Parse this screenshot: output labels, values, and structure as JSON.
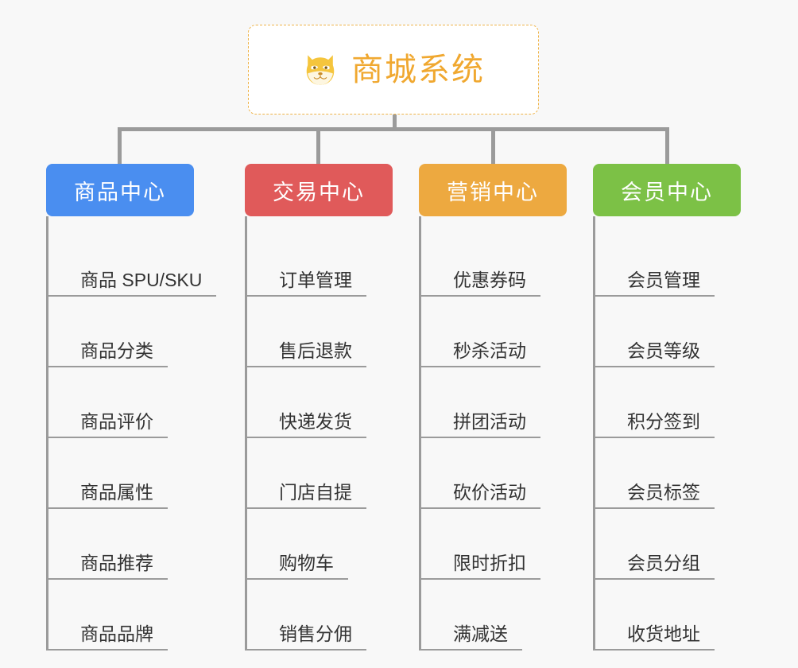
{
  "root": {
    "title": "商城系统",
    "icon": "shiba-dog-face-icon",
    "border_color": "#efb44a",
    "text_color": "#f0a830",
    "background": "#ffffff"
  },
  "canvas": {
    "background": "#f8f8f8",
    "connector_color": "#9b9b9b"
  },
  "columns": [
    {
      "header": "商品中心",
      "color": "#4a8ef0",
      "items": [
        "商品 SPU/SKU",
        "商品分类",
        "商品评价",
        "商品属性",
        "商品推荐",
        "商品品牌"
      ]
    },
    {
      "header": "交易中心",
      "color": "#e05a5a",
      "items": [
        "订单管理",
        "售后退款",
        "快递发货",
        "门店自提",
        "购物车",
        "销售分佣"
      ]
    },
    {
      "header": "营销中心",
      "color": "#eda940",
      "items": [
        "优惠券码",
        "秒杀活动",
        "拼团活动",
        "砍价活动",
        "限时折扣",
        "满减送"
      ]
    },
    {
      "header": "会员中心",
      "color": "#7cc146",
      "items": [
        "会员管理",
        "会员等级",
        "积分签到",
        "会员标签",
        "会员分组",
        "收货地址"
      ]
    }
  ]
}
